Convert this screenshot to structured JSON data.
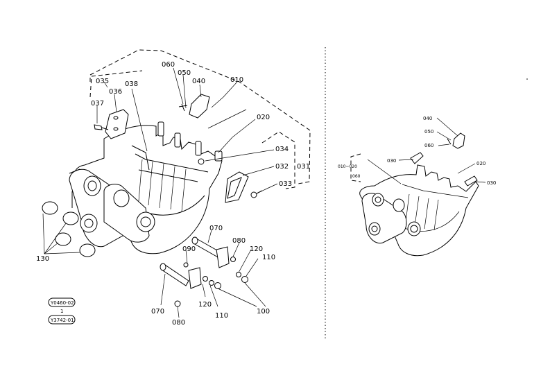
{
  "main_view": {
    "labels": {
      "p010": "010",
      "p020": "020",
      "p031": "031",
      "p032": "032",
      "p033": "033",
      "p034": "034",
      "p035": "035",
      "p036": "036",
      "p037": "037",
      "p038": "038",
      "p040": "040",
      "p050": "050",
      "p060": "060",
      "p070a": "070",
      "p070b": "070",
      "p080a": "080",
      "p080b": "080",
      "p090": "090",
      "p100": "100",
      "p110a": "110",
      "p110b": "110",
      "p120a": "120",
      "p120b": "120",
      "p130": "130"
    },
    "serial_from": "Y0460-02",
    "serial_sep": "1",
    "serial_to": "Y3742-01"
  },
  "detail_view": {
    "labels": {
      "p040": "040",
      "p050": "050",
      "p060": "060",
      "p030a": "030",
      "p030b": "030",
      "p020": "020",
      "p010": "010~020",
      "p010b": "060"
    }
  }
}
